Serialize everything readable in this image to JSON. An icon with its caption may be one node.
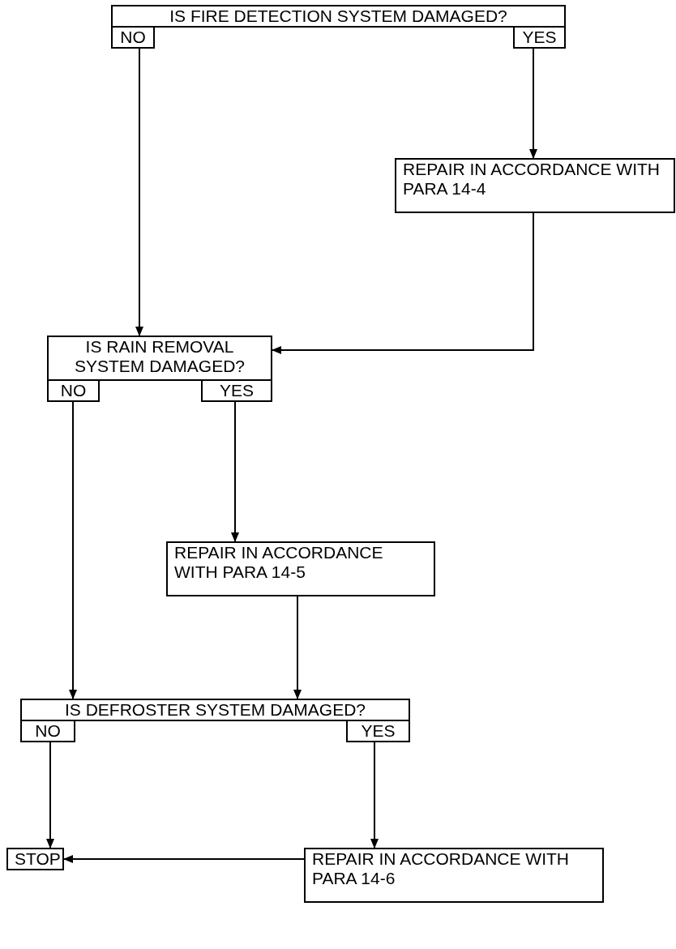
{
  "diagram": {
    "nodes": [
      {
        "text": [
          "IS FIRE DETECTION SYSTEM DAMAGED?"
        ]
      },
      {
        "text": [
          "NO"
        ]
      },
      {
        "text": [
          "YES"
        ]
      },
      {
        "text": [
          "REPAIR IN ACCORDANCE WITH PARA 14-4"
        ]
      },
      {
        "text": [
          "IS RAIN REMOVAL SYSTEM DAMAGED?"
        ]
      },
      {
        "text": [
          "NO"
        ]
      },
      {
        "text": [
          "YES"
        ]
      },
      {
        "text": [
          "REPAIR IN ACCORDANCE WITH PARA 14-5"
        ]
      },
      {
        "text": [
          "IS DEFROSTER SYSTEM DAMAGED?"
        ]
      },
      {
        "text": [
          "NO"
        ]
      },
      {
        "text": [
          "YES"
        ]
      },
      {
        "text": [
          "STOP"
        ]
      },
      {
        "text": [
          "REPAIR IN ACCORDANCE WITH PARA 14-6"
        ]
      }
    ],
    "edges": [
      {
        "from": 2,
        "to": 3,
        "arrow": "to"
      },
      {
        "from": 1,
        "to": 4,
        "arrow": "to"
      },
      {
        "from": 3,
        "to": 4,
        "arrow": "to"
      },
      {
        "from": 5,
        "to": 8,
        "arrow": "to"
      },
      {
        "from": 6,
        "to": 7,
        "arrow": "to"
      },
      {
        "from": 7,
        "to": 8,
        "arrow": "to"
      },
      {
        "from": 9,
        "to": 11,
        "arrow": "to"
      },
      {
        "from": 10,
        "to": 12,
        "arrow": "to"
      },
      {
        "from": 12,
        "to": 11,
        "arrow": "to"
      }
    ]
  }
}
